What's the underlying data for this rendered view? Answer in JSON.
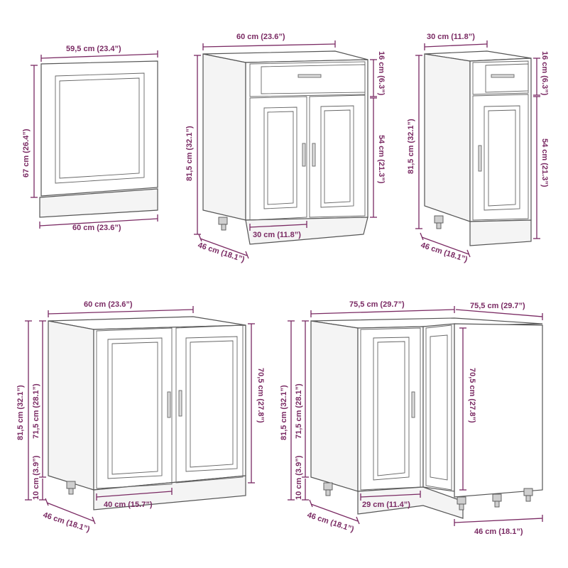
{
  "dimensions": {
    "oven_width_top": "59,5 cm (23.4”)",
    "oven_height": "67 cm (26.4”)",
    "oven_width_bottom": "60 cm (23.6”)",
    "drawer_base_width": "60 cm (23.6”)",
    "drawer_base_height": "81,5 cm (32.1”)",
    "drawer_base_drawer": "16 cm (6.3”)",
    "drawer_base_door_height": "54 cm (21.3”)",
    "drawer_base_door_width": "30 cm (11.8”)",
    "drawer_base_depth": "46 cm (18.1”)",
    "narrow_width": "30 cm (11.8”)",
    "narrow_height": "81,5 cm (32.1”)",
    "narrow_drawer": "16 cm (6.3”)",
    "narrow_door_height": "54 cm (21.3”)",
    "narrow_depth": "46 cm (18.1”)",
    "sink_width": "60 cm (23.6”)",
    "sink_height": "81,5 cm (32.1”)",
    "sink_body": "71,5 cm (28.1”)",
    "sink_plinth": "10 cm (3.9”)",
    "sink_door_height": "70,5 cm (27.8”)",
    "sink_door_width": "40 cm (15.7”)",
    "sink_depth": "46 cm (18.1”)",
    "corner_width_left": "75,5 cm (29.7”)",
    "corner_width_right": "75,5 cm (29.7”)",
    "corner_height": "81,5 cm (32.1”)",
    "corner_body": "71,5 cm (28.1”)",
    "corner_plinth": "10 cm (3.9”)",
    "corner_door_height": "70,5 cm (27.8”)",
    "corner_door_width": "29 cm (11.4”)",
    "corner_depth_left": "46 cm (18.1”)",
    "corner_depth_right": "46 cm (18.1”)"
  }
}
